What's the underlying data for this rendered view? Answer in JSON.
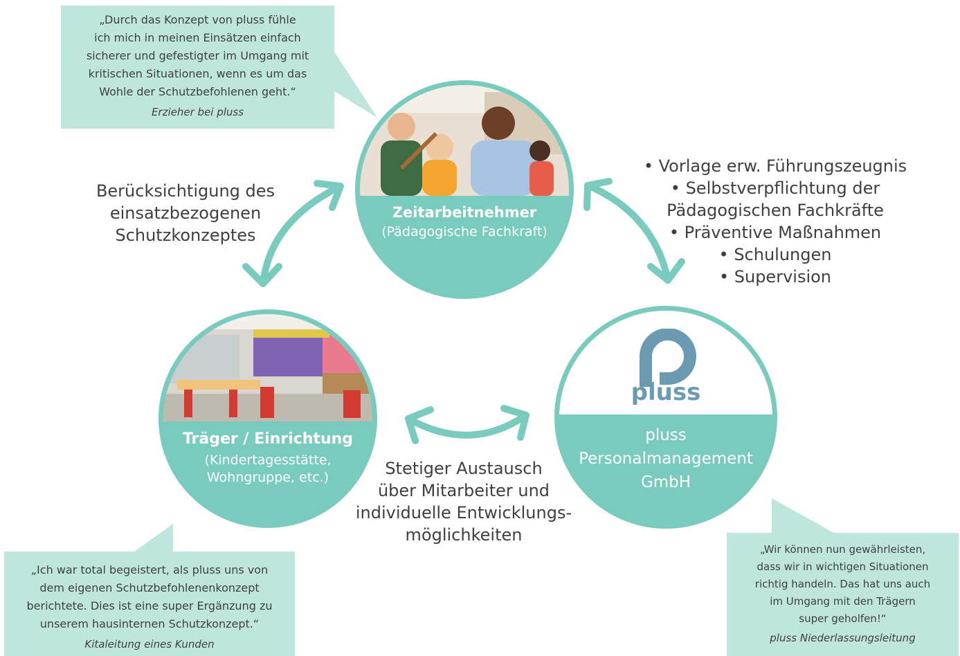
{
  "quotes": {
    "top": {
      "text": "„Durch das Konzept von pluss fühle\nich mich in meinen Einsätzen einfach\nsicherer und gefestigter im Umgang mit\nkritischen Situationen, wenn es um das\nWohle der Schutzbefohlenen geht.“",
      "author": "Erzieher bei pluss"
    },
    "bottom_left": {
      "text": "„Ich war total begeistert, als pluss uns von\ndem eigenen Schutzbefohlenenkonzept\nberichtete. Dies ist eine super Ergänzung zu\nunserem hausinternen Schutzkonzept.“",
      "author": "Kitaleitung eines Kunden"
    },
    "bottom_right": {
      "text": "„Wir können nun gewährleisten,\ndass wir in wichtigen Situationen\nrichtig handeln. Das hat uns auch\nim Umgang mit den Trägern\nsuper geholfen!“",
      "author": "pluss Niederlassungsleitung"
    }
  },
  "nodes": {
    "employee": {
      "title": "Zeitarbeitnehmer",
      "subtitle": "(Pädagogische Fachkraft)"
    },
    "provider": {
      "title": "Träger / Einrichtung",
      "subtitle": "(Kindertagesstätte,\nWohngruppe, etc.)"
    },
    "company": {
      "logo_text": "pluss",
      "name": "pluss\nPersonalmanagement\nGmbH"
    }
  },
  "relations": {
    "employee_provider": "Berücksichtigung des\neinsatzbezogenen\nSchutzkonzeptes",
    "provider_company": "Stetiger Austausch\nüber Mitarbeiter und\nindividuelle Entwicklungs-\nmöglichkeiten",
    "employee_company": [
      "• Vorlage erw. Führungszeugnis",
      "• Selbstverpflichtung der",
      "Pädagogischen Fachkräfte",
      "• Präventive Maßnahmen",
      "• Schulungen",
      "• Supervision"
    ]
  },
  "colors": {
    "accent": "#79cbbd",
    "bubble": "#bfe6dd",
    "logo": "#6a9bb1"
  }
}
